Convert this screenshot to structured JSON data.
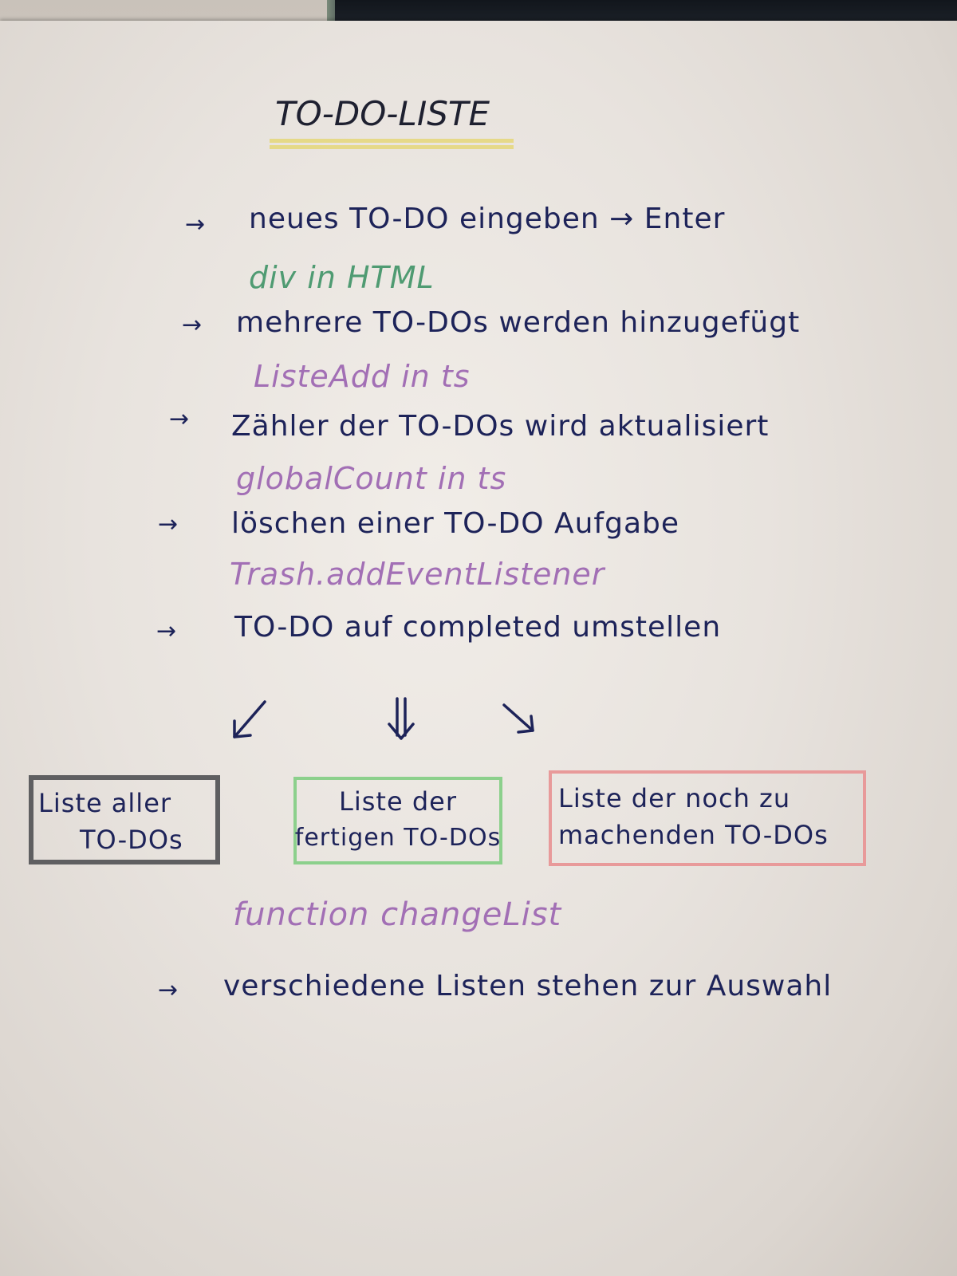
{
  "title": "TO-DO-LISTE",
  "colors": {
    "ink": "#1d2359",
    "green": "#4f9b72",
    "purple": "#a26fb5",
    "highlight": "#e4d56a",
    "box_all": "#5f5f61",
    "box_done": "#8cd08c",
    "box_todo": "#e89a9a"
  },
  "items": [
    {
      "arrow": "→",
      "text": "neues TO-DO eingeben → Enter",
      "code": "div in HTML",
      "code_color": "green"
    },
    {
      "arrow": "→",
      "text": "mehrere TO-DOs werden hinzugefügt",
      "code": "ListeAdd in ts",
      "code_color": "purple"
    },
    {
      "arrow": "→",
      "text": "Zähler der TO-DOs wird aktualisiert",
      "code": "globalCount in ts",
      "code_color": "purple"
    },
    {
      "arrow": "→",
      "text": "löschen einer TO-DO Aufgabe",
      "code": "Trash.addEventListener",
      "code_color": "purple"
    },
    {
      "arrow": "→",
      "text": "TO-DO auf completed umstellen"
    }
  ],
  "lists": [
    {
      "line1": "Liste aller",
      "line2": "TO-DOs"
    },
    {
      "line1": "Liste der",
      "line2": "fertigen TO-DOs"
    },
    {
      "line1": "Liste der noch zu",
      "line2": "machenden TO-DOs"
    }
  ],
  "function_note": "function changeList",
  "final_item": {
    "arrow": "→",
    "text": "verschiedene Listen stehen zur Auswahl"
  }
}
